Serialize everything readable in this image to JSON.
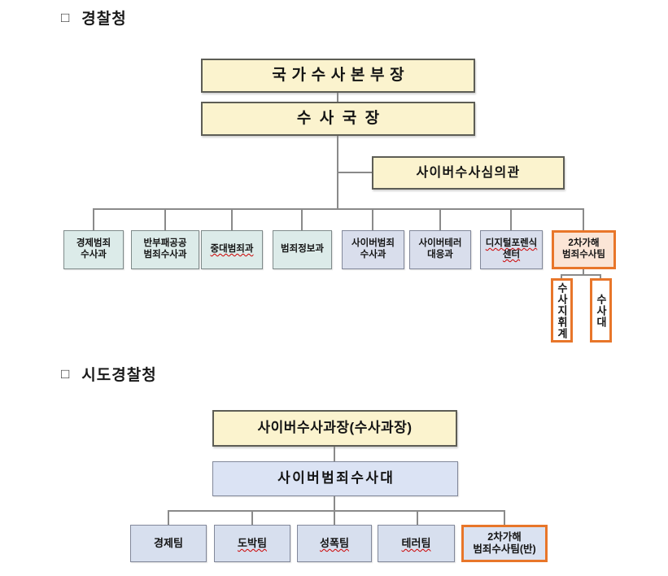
{
  "colors": {
    "yellow_fill": "#fbf3ce",
    "teal_fill": "#dcebe9",
    "lavender_fill": "#d9deec",
    "peach_fill": "#fbe5d6",
    "blue_fill": "#dbe3f4",
    "team_fill": "#d7dfee",
    "orange_border": "#e8762a",
    "connector_gray": "#8a8a8a",
    "spellcheck_red": "#cc0000"
  },
  "sections": {
    "agency": {
      "bullet": "□",
      "title": "경찰청",
      "chief": "국가수사본부장",
      "bureau": "수사국장",
      "advisor": "사이버수사심의관",
      "departments": [
        {
          "line1": "경제범죄",
          "line2": "수사과"
        },
        {
          "line1": "반부패공공",
          "line2": "범죄수사과"
        },
        {
          "line1": "중대범죄과"
        },
        {
          "line1": "범죄정보과"
        },
        {
          "line1": "사이버범죄",
          "line2": "수사과"
        },
        {
          "line1": "사이버테러",
          "line2": "대응과"
        },
        {
          "line1": "디지털포렌식",
          "line2": "센터"
        },
        {
          "line1": "2차가해",
          "line2": "범죄수사팀"
        }
      ],
      "subteams": [
        {
          "label": "수사지휘계"
        },
        {
          "label": "수사대"
        }
      ]
    },
    "regional": {
      "bullet": "□",
      "title": "시도경찰청",
      "chief": "사이버수사과장(수사과장)",
      "unit": "사이버범죄수사대",
      "teams": [
        {
          "label": "경제팀"
        },
        {
          "label": "도박팀"
        },
        {
          "label": "성폭팀"
        },
        {
          "label": "테러팀"
        },
        {
          "line1": "2차가해",
          "line2": "범죄수사팀(반)"
        }
      ]
    }
  }
}
